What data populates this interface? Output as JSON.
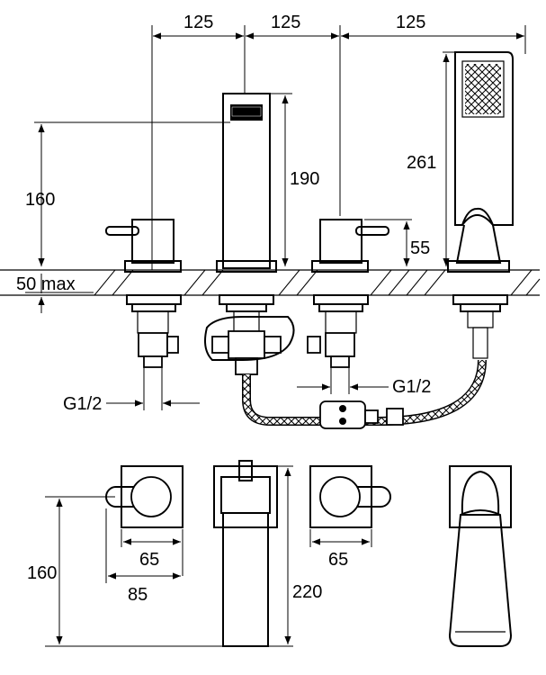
{
  "labels": {
    "top_width_1": "125",
    "top_width_2": "125",
    "top_width_3": "125",
    "spout_height": "190",
    "handshower_height": "261",
    "valve_height": "160",
    "handle_height": "55",
    "deck_thickness": "50 max",
    "connection_left": "G1/2",
    "connection_right": "G1/2",
    "plan_width_left": "65",
    "plan_overall_left": "85",
    "plan_width_right": "65",
    "plan_depth": "160",
    "spout_reach": "220"
  },
  "colors": {
    "line": "#000000",
    "background": "#ffffff"
  }
}
